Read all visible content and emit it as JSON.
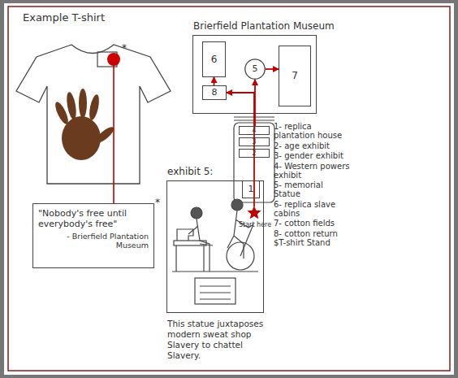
{
  "diagram": {
    "nodes": [
      {
        "text": [
          "Brierfield Plantation Museum"
        ]
      },
      {
        "text": [
          "6"
        ],
        "in": 0
      },
      {
        "text": [
          "5"
        ],
        "in": 0
      },
      {
        "text": [
          "7"
        ],
        "in": 0
      },
      {
        "text": [
          "8"
        ],
        "in": 0
      },
      {
        "text": [
          "4"
        ]
      },
      {
        "text": [
          "3"
        ]
      },
      {
        "text": [
          "2"
        ]
      },
      {
        "text": [
          "1"
        ]
      },
      {
        "text": [
          "\"Nobody's free until everybody's free\"",
          "- Brierfield Plantation Museum"
        ]
      },
      {
        "text": [
          "exhibit 5:",
          "This statue juxtaposes modern sweat shop Slavery to chattel Slavery."
        ]
      }
    ],
    "edges": [
      {
        "from": 5,
        "to": 2,
        "arrow": "to"
      },
      {
        "from": 2,
        "to": 3,
        "arrow": "to"
      },
      {
        "from": 5,
        "to": 4,
        "arrow": "to"
      },
      {
        "from": 4,
        "to": 1,
        "arrow": "to"
      }
    ],
    "labels": [
      "Example T-shirt",
      "*",
      "*",
      "1- replica plantation house",
      "2- age exhibit",
      "3- gender exhibit",
      "4- Western powers exhibit",
      "5- memorial Statue",
      "6- replica slave cabins",
      "7- cotton fields",
      "8- cotton return $T-shirt Stand",
      "Start here"
    ]
  }
}
